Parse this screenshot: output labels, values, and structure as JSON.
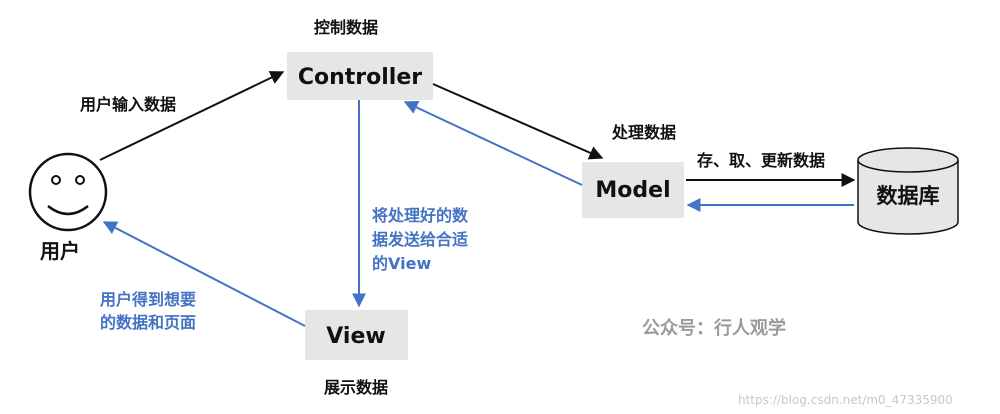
{
  "nodes": {
    "controller": "Controller",
    "model": "Model",
    "view": "View",
    "database": "数据库",
    "user": "用户"
  },
  "labels": {
    "control_data": "控制数据",
    "user_input": "用户输入数据",
    "process_data": "处理数据",
    "store_fetch_update": "存、取、更新数据",
    "send_to_view": [
      "将处理好的数",
      "据发送给合适",
      "的View"
    ],
    "user_gets": [
      "用户得到想要",
      "的数据和页面"
    ],
    "display_data": "展示数据"
  },
  "watermarks": {
    "wechat": "公众号：行人观学",
    "url": "https://blog.csdn.net/m0_47335900"
  },
  "colors": {
    "box_fill": "#e6e6e6",
    "request_arrow": "#111111",
    "response_arrow": "#4472c4"
  }
}
